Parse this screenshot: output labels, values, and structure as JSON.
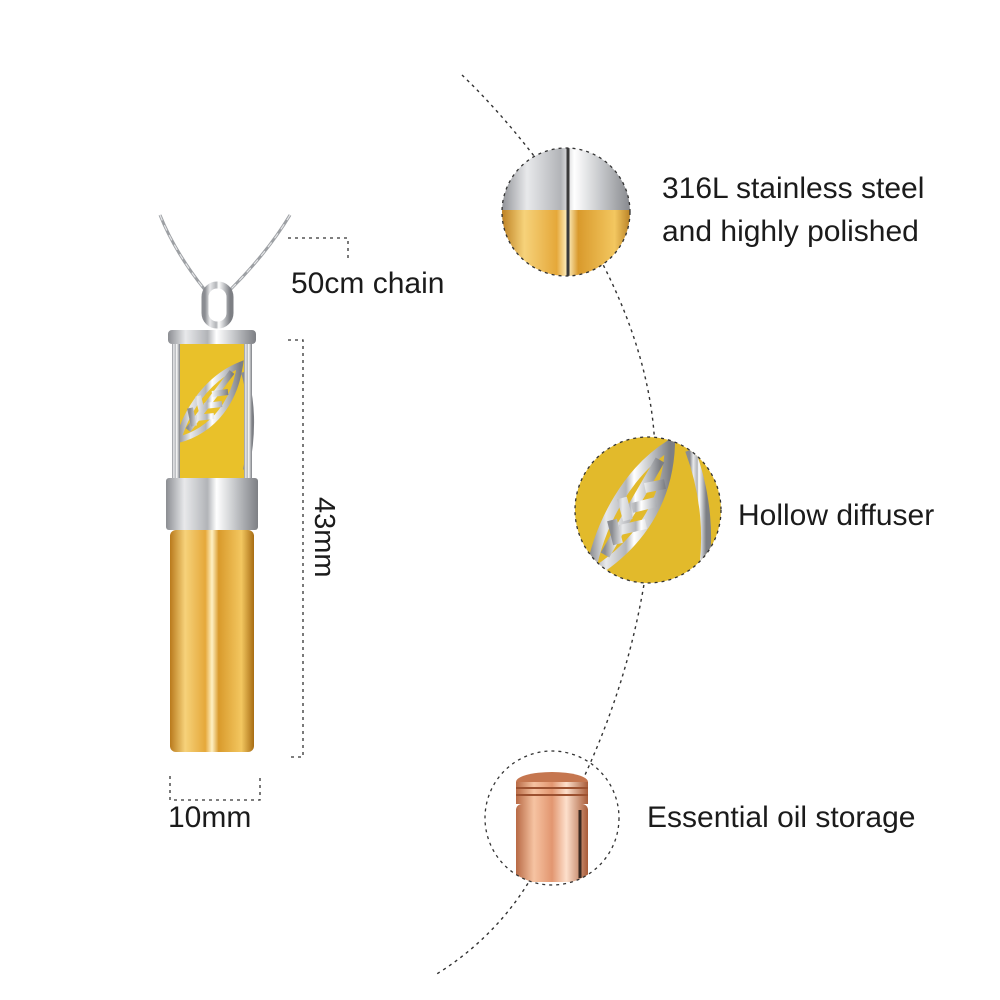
{
  "labels": {
    "chain": "50cm chain",
    "length": "43mm",
    "width": "10mm",
    "material_line1": "316L stainless steel",
    "material_line2": "and highly polished",
    "diffuser": "Hollow diffuser",
    "storage": "Essential oil storage"
  },
  "colors": {
    "gold": "#e0a93a",
    "silver": "#c9cacc",
    "felt": "#e9c12a",
    "rose_gold": "#e9a27c",
    "line": "#333333"
  }
}
